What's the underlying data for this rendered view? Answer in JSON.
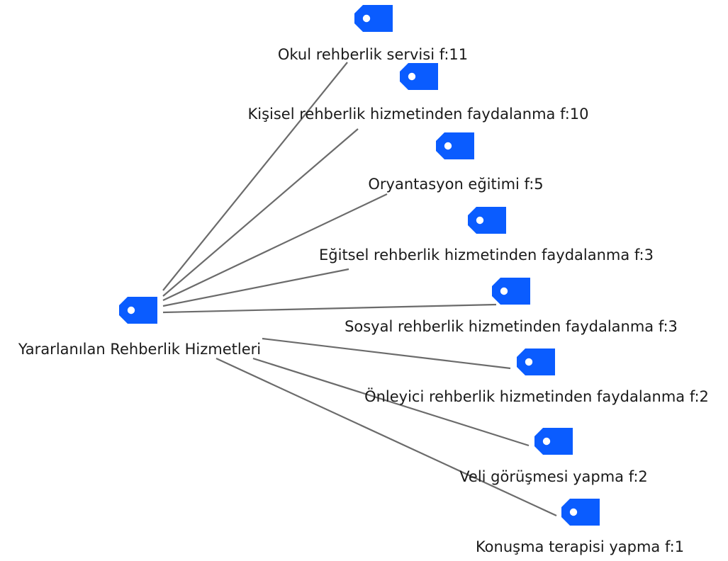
{
  "diagram": {
    "tag_color": "#0a5cff",
    "link_color": "#6b6b6b",
    "root": {
      "label": "Yararlanılan Rehberlik Hizmetleri",
      "icon": "tag-icon"
    },
    "nodes": [
      {
        "id": "okul-rehberlik-servisi",
        "label": "Okul rehberlik servisi f:11",
        "icon": "tag-icon"
      },
      {
        "id": "kisisel-rehberlik",
        "label": "Kişisel rehberlik hizmetinden faydalanma f:10",
        "icon": "tag-icon"
      },
      {
        "id": "oryantasyon-egitimi",
        "label": "Oryantasyon eğitimi f:5",
        "icon": "tag-icon"
      },
      {
        "id": "egitsel-rehberlik",
        "label": "Eğitsel rehberlik hizmetinden faydalanma f:3",
        "icon": "tag-icon"
      },
      {
        "id": "sosyal-rehberlik",
        "label": "Sosyal rehberlik hizmetinden faydalanma f:3",
        "icon": "tag-icon"
      },
      {
        "id": "onleyici-rehberlik",
        "label": "Önleyici rehberlik hizmetinden faydalanma f:2",
        "icon": "tag-icon"
      },
      {
        "id": "veli-gorusmesi",
        "label": "Veli görüşmesi yapma f:2",
        "icon": "tag-icon"
      },
      {
        "id": "konusma-terapisi",
        "label": "Konuşma terapisi yapma f:1",
        "icon": "tag-icon"
      }
    ]
  }
}
